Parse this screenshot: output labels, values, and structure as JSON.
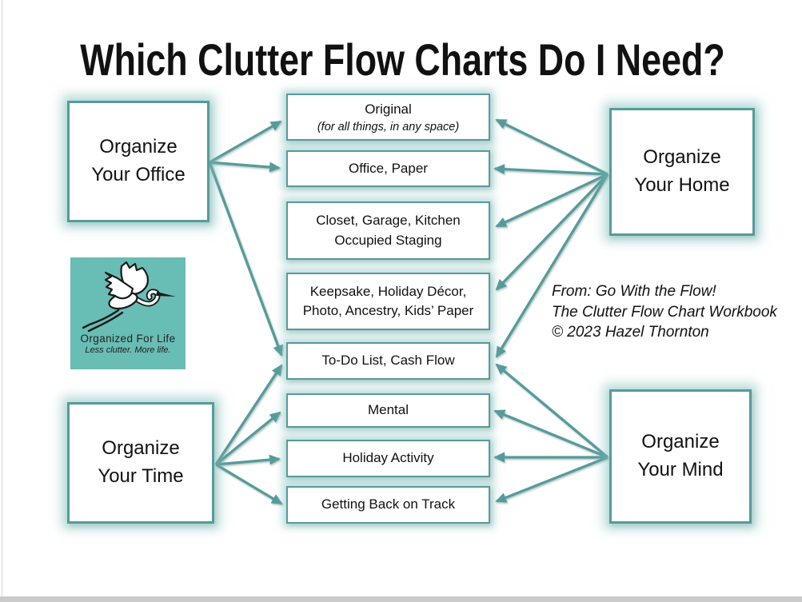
{
  "title": "Which Clutter Flow Charts Do I Need?",
  "side_boxes": {
    "office": {
      "line1": "Organize",
      "line2": "Your Office"
    },
    "home": {
      "line1": "Organize",
      "line2": "Your Home"
    },
    "time": {
      "line1": "Organize",
      "line2": "Your Time"
    },
    "mind": {
      "line1": "Organize",
      "line2": "Your Mind"
    }
  },
  "center_boxes": [
    {
      "line1": "Original",
      "subtitle": "(for all things, in any space)"
    },
    {
      "line1": "Office, Paper"
    },
    {
      "line1": "Closet, Garage, Kitchen",
      "line2": "Occupied Staging"
    },
    {
      "line1": "Keepsake, Holiday Décor,",
      "line2": "Photo, Ancestry, Kids’ Paper"
    },
    {
      "line1": "To-Do List, Cash Flow"
    },
    {
      "line1": "Mental"
    },
    {
      "line1": "Holiday Activity"
    },
    {
      "line1": "Getting Back on Track"
    }
  ],
  "attribution": {
    "line1": "From: Go With the Flow!",
    "line2": "The Clutter Flow Chart Workbook",
    "line3": "© 2023 Hazel Thornton"
  },
  "logo": {
    "brand": "Organized For Life",
    "tagline": "Less clutter. More life."
  },
  "colors": {
    "teal_border": "#569b9b",
    "teal_glow": "#a9d3cf",
    "logo_background": "#68bdb4",
    "title_text": "#111111"
  },
  "connections": [
    {
      "from": "Organize Your Office",
      "to": [
        "Original",
        "Office, Paper",
        "To-Do List, Cash Flow"
      ]
    },
    {
      "from": "Organize Your Home",
      "to": [
        "Original",
        "Office, Paper",
        "Closet, Garage, Kitchen Occupied Staging",
        "Keepsake, Holiday Décor, Photo, Ancestry, Kids’ Paper",
        "To-Do List, Cash Flow"
      ]
    },
    {
      "from": "Organize Your Time",
      "to": [
        "To-Do List, Cash Flow",
        "Mental",
        "Holiday Activity",
        "Getting Back on Track"
      ]
    },
    {
      "from": "Organize Your Mind",
      "to": [
        "To-Do List, Cash Flow",
        "Mental",
        "Holiday Activity",
        "Getting Back on Track"
      ]
    }
  ]
}
